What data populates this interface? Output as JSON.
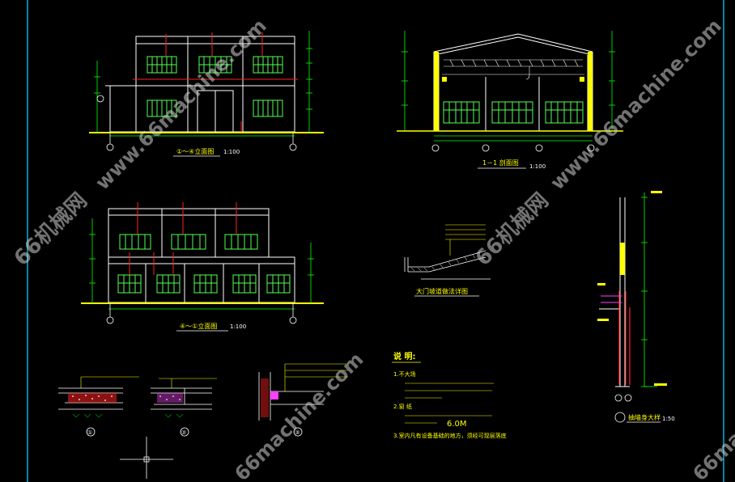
{
  "colors": {
    "background": "#000000",
    "frame": "#00b4d8",
    "outline": "#ffffff",
    "window": "#55ff55",
    "label": "#ffff00",
    "dimension": "#00ff00",
    "accent_red": "#ff2020",
    "accent_magenta": "#ff40ff",
    "cyan": "#00ffff",
    "watermark": "#cfcfcf"
  },
  "drawings": {
    "front_elevation": {
      "title": "①～④立面图",
      "scale": "1:100"
    },
    "section_1_1": {
      "title": "1－1 剖面图",
      "scale": "1:100"
    },
    "rear_elevation": {
      "title": "④～①立面图",
      "scale": "1:100"
    },
    "gate_ramp": {
      "title": "大门坡道做法详图"
    },
    "eave_detail": {
      "title": "抽墙身大样",
      "scale": "1:50"
    },
    "details": [
      "①",
      "②",
      "③"
    ]
  },
  "notes": {
    "heading": "说 明:",
    "items": [
      "1.不大场",
      "2.窗 纸",
      "3.室内凡有设备基础的地方，须经可现层落底"
    ],
    "value_highlight": "6.0M"
  },
  "watermarks": {
    "text_cn": "66机械网",
    "url": "www.66machine.com",
    "url_short": "66machine.com"
  }
}
